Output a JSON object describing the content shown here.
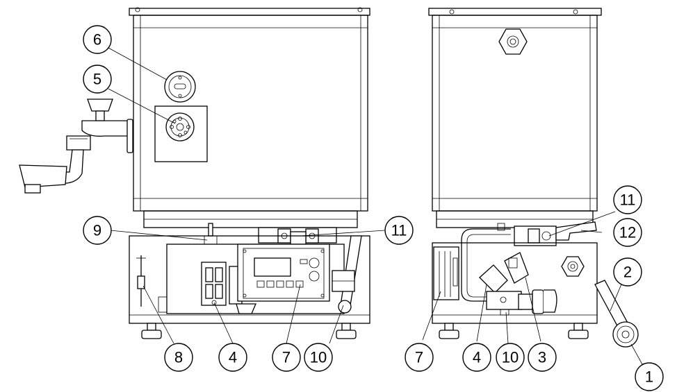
{
  "callouts": {
    "front": {
      "c6": "6",
      "c5": "5",
      "c9": "9",
      "c11": "11",
      "c8": "8",
      "c4": "4",
      "c7": "7",
      "c10": "10"
    },
    "side": {
      "c11": "11",
      "c12": "12",
      "c2": "2",
      "c1": "1",
      "c7": "7",
      "c4": "4",
      "c10": "10",
      "c3": "3"
    }
  }
}
